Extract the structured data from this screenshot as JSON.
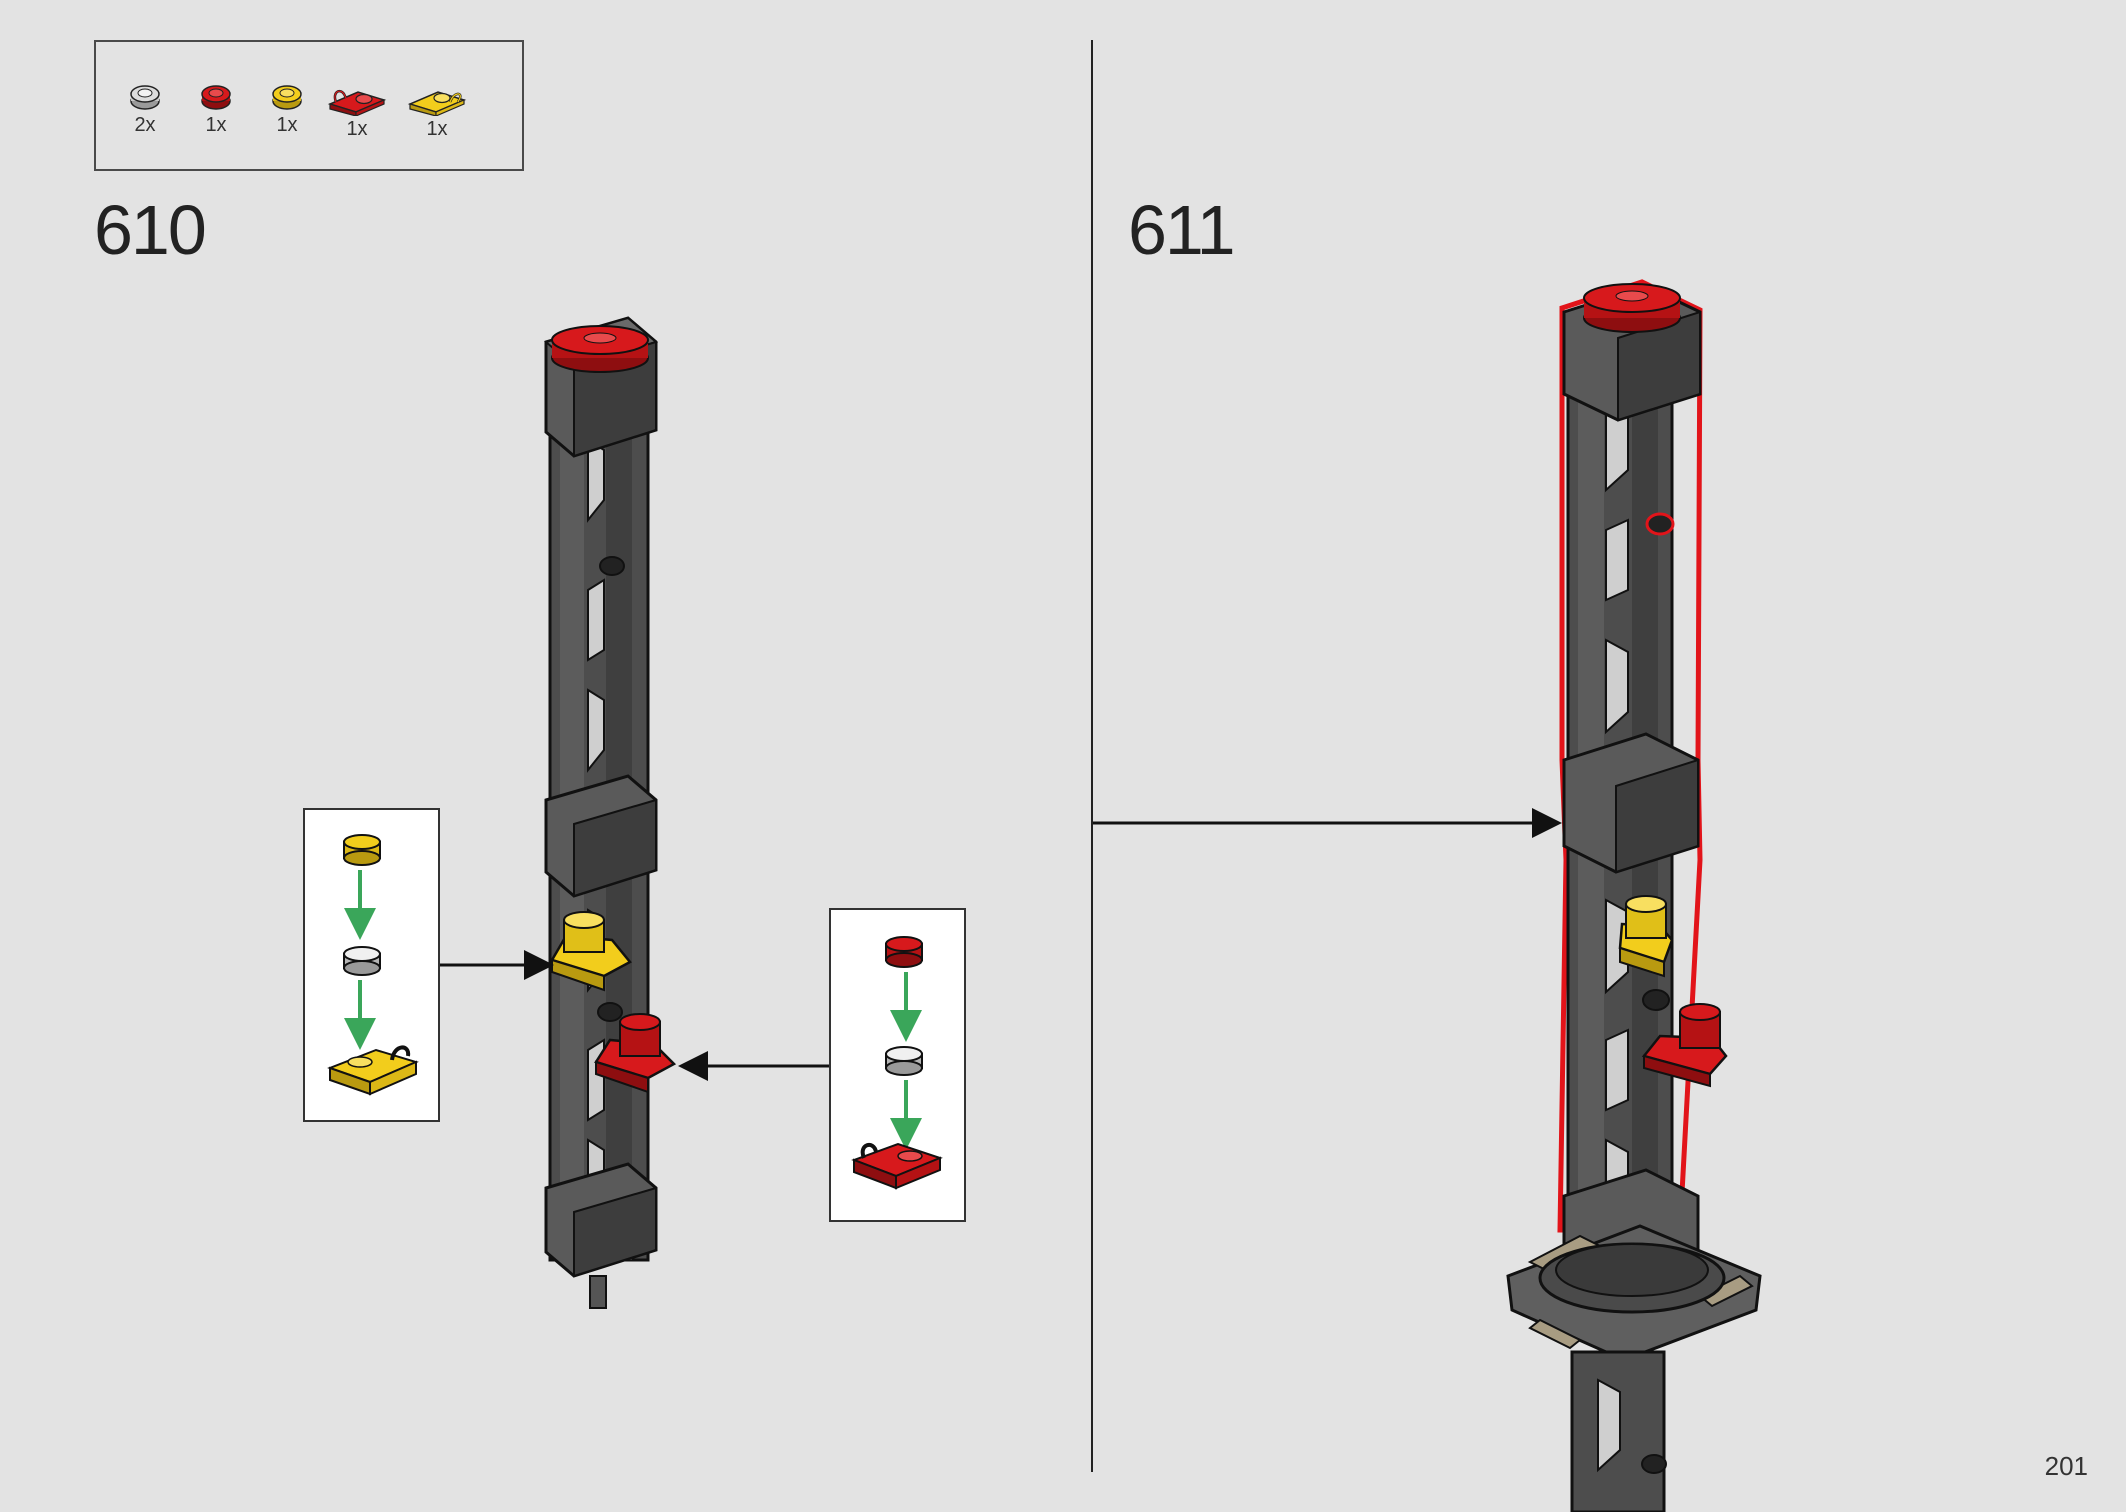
{
  "parts_list": [
    {
      "icon": "light-bluish-gray-round-stud-icon",
      "color": "#c8c8c8",
      "qty": "2x"
    },
    {
      "icon": "red-round-stud-icon",
      "color": "#d7191c",
      "qty": "1x"
    },
    {
      "icon": "yellow-round-stud-icon",
      "color": "#f2cd1c",
      "qty": "1x"
    },
    {
      "icon": "red-plate-with-clip-icon",
      "color": "#d7191c",
      "qty": "1x"
    },
    {
      "icon": "yellow-plate-with-clip-icon",
      "color": "#f2cd1c",
      "qty": "1x"
    }
  ],
  "steps": [
    {
      "number": "610"
    },
    {
      "number": "611"
    }
  ],
  "colors": {
    "background": "#e3e3e3",
    "tower_gray": "#4d4d4d",
    "red": "#d7191c",
    "yellow": "#f2cd1c",
    "light_gray": "#c8c8c8",
    "green_arrow": "#3aa65a",
    "highlight_outline": "#e2141a"
  },
  "page_number": "201"
}
